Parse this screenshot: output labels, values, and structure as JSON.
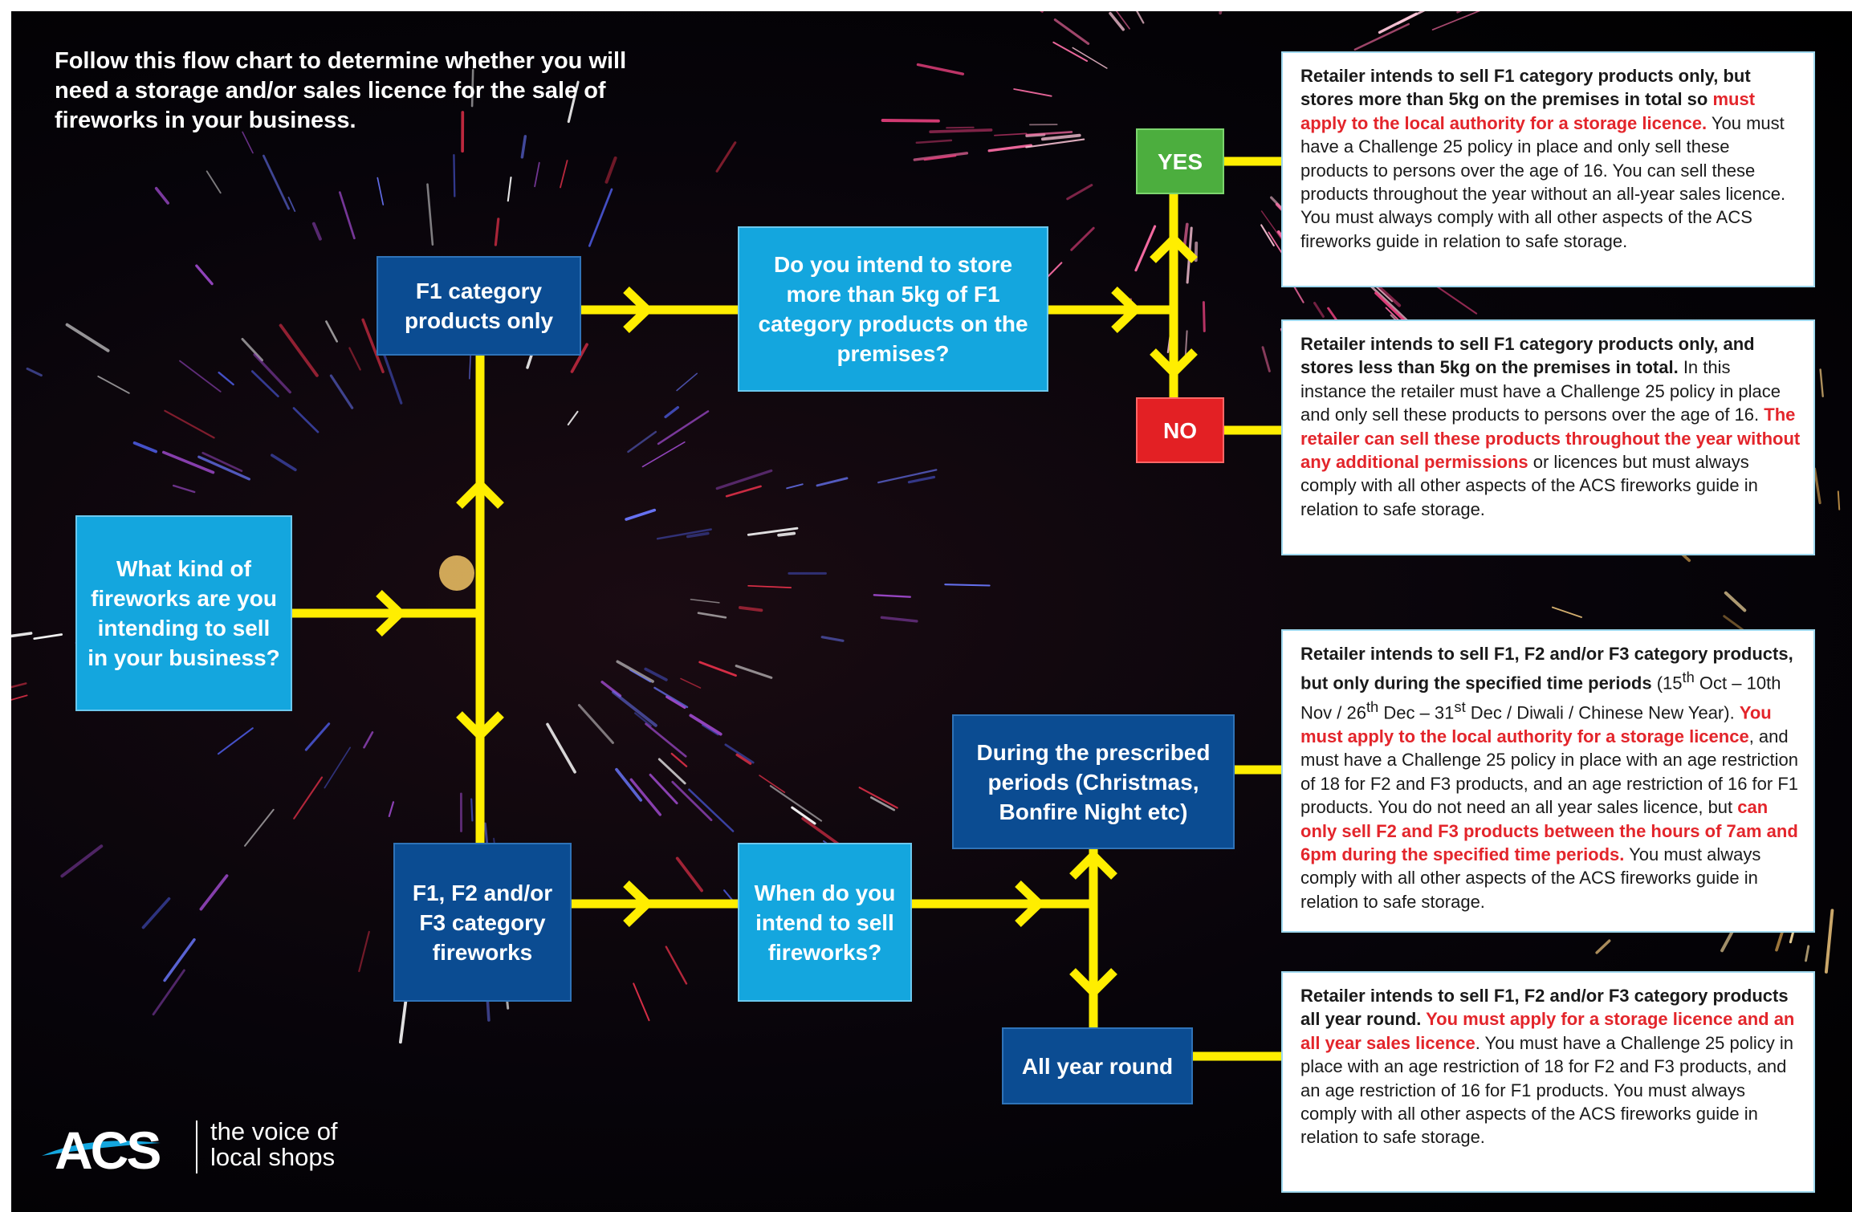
{
  "intro": "Follow this flow chart to determine whether you will need a storage and/or sales licence for the sale of fireworks in your business.",
  "nodes": {
    "start": "What kind of fireworks are you intending to sell in your business?",
    "f1_only": "F1 category products only",
    "store_question": "Do you intend to store more than 5kg of F1 category products on the premises?",
    "yes": "YES",
    "no": "NO",
    "f1f2f3": "F1, F2 and/or F3 category fireworks",
    "when_question": "When do you intend to sell fireworks?",
    "prescribed": "During the prescribed periods (Christmas, Bonfire Night etc)",
    "all_year": "All year round"
  },
  "info_boxes": {
    "yes_box": {
      "lead": "Retailer intends to sell F1 category products only, but stores more than 5kg on the premises in total so ",
      "red": "must apply to the local authority for a storage licence.",
      "rest": " You must have a Challenge 25 policy in place and only sell these products to persons over the age of 16. You can sell these products throughout the year without an all-year sales licence. You must always comply with all other aspects of the ACS fireworks guide in relation to safe storage."
    },
    "no_box": {
      "lead": "Retailer intends to sell F1 category products only, and stores less than 5kg on the premises in total.",
      "text1": " In this instance the retailer must have a Challenge 25 policy in place and only sell these products to persons over the age of 16. ",
      "red": "The retailer can sell these products throughout the year without any additional permissions",
      "text2": " or licences but must always comply with all other aspects of the ACS fireworks guide in relation to safe storage."
    },
    "prescribed_box": {
      "lead": "Retailer intends to sell F1, F2 and/or F3 category products, but only during the specified time periods",
      "p_open": " (15",
      "sup1": "th",
      "p_mid1": " Oct – 10th Nov / 26",
      "sup2": "th",
      "p_mid2": " Dec – 31",
      "sup3": "st",
      "p_close": " Dec / Diwali / Chinese New Year). ",
      "red1": "You must apply to the local authority for a storage licence",
      "text1": ", and must have a Challenge 25 policy in place with an age restriction of 18 for F2 and F3 products, and an age restriction of 16 for F1 products. You do not need an all year sales licence, but ",
      "red2": "can only sell F2 and F3 products between the hours of 7am and 6pm during the specified time periods.",
      "text2": " You must always comply with all other aspects of the ACS fireworks guide in relation to safe storage."
    },
    "all_year_box": {
      "lead": "Retailer intends to sell F1, F2 and/or F3 category products all year round. ",
      "red": "You must apply for a storage licence and an all year sales licence",
      "text": ". You must have a Challenge 25 policy in place with an age restriction of 18 for F2 and F3 products, and an age restriction of 16 for F1 products. You must always comply with all other aspects of the ACS fireworks guide in relation to safe storage."
    }
  },
  "logo": {
    "mark": "ACS",
    "tagline_line1": "the voice of",
    "tagline_line2": "local shops"
  },
  "colors": {
    "connector": "#ffee00",
    "question_box": "#14a6de",
    "category_box": "#0b4c92",
    "yes": "#4cae3e",
    "no": "#e32024",
    "highlight_text": "#e3252b"
  }
}
